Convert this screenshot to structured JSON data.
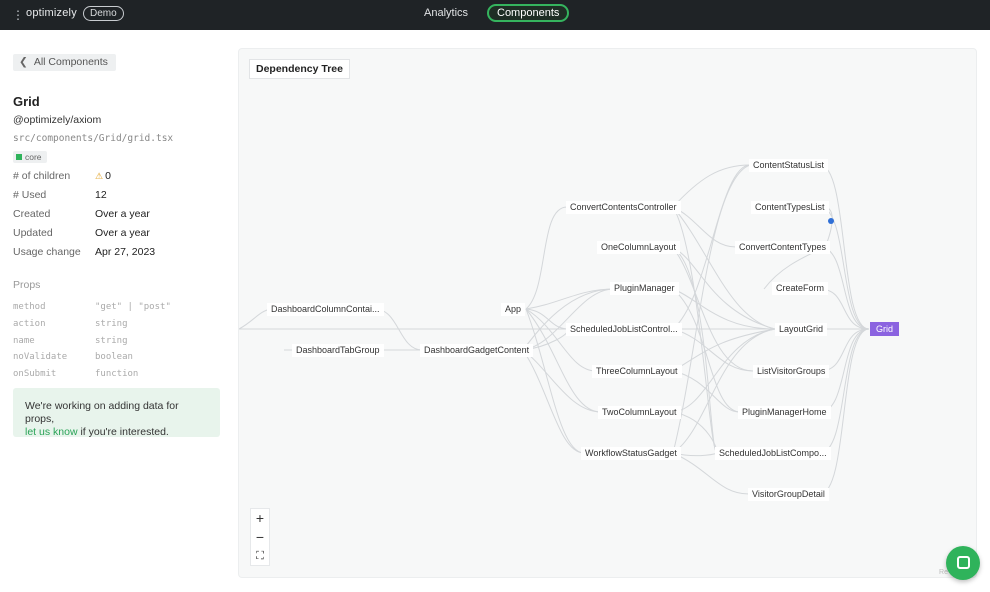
{
  "topbar": {
    "brand": "optimizely",
    "demo_badge": "Demo",
    "nav": {
      "analytics": "Analytics",
      "components": "Components"
    }
  },
  "sidebar": {
    "back_label": "All Components",
    "component_name": "Grid",
    "package": "@optimizely/axiom",
    "path": "src/components/Grid/grid.tsx",
    "tag": "core",
    "meta": [
      {
        "key": "# of children",
        "value": "0"
      },
      {
        "key": "# Used",
        "value": "12"
      },
      {
        "key": "Created",
        "value": "Over a year"
      },
      {
        "key": "Updated",
        "value": "Over a year"
      },
      {
        "key": "Usage change",
        "value": "Apr 27, 2023"
      }
    ],
    "props_title": "Props",
    "props": [
      {
        "name": "method",
        "type": "\"get\" | \"post\""
      },
      {
        "name": "action",
        "type": "string"
      },
      {
        "name": "name",
        "type": "string"
      },
      {
        "name": "noValidate",
        "type": "boolean"
      },
      {
        "name": "onSubmit",
        "type": "function"
      }
    ],
    "notice": {
      "text_before": "We're working on adding data for props,",
      "link": "let us know",
      "text_after": " if you're interested."
    }
  },
  "graph": {
    "title": "Dependency Tree",
    "nodes": {
      "dashboard_column": "DashboardColumnContai...",
      "dashboard_tab_group": "DashboardTabGroup",
      "app": "App",
      "dashboard_gadget_content": "DashboardGadgetContent",
      "convert_contents_controller": "ConvertContentsController",
      "one_column_layout": "OneColumnLayout",
      "plugin_manager": "PluginManager",
      "scheduled_job_list_control": "ScheduledJobListControl...",
      "three_column_layout": "ThreeColumnLayout",
      "two_column_layout": "TwoColumnLayout",
      "workflow_status_gadget": "WorkflowStatusGadget",
      "content_status_list": "ContentStatusList",
      "content_types_list": "ContentTypesList",
      "convert_content_types": "ConvertContentTypes",
      "create_form": "CreateForm",
      "layout_grid": "LayoutGrid",
      "list_visitor_groups": "ListVisitorGroups",
      "plugin_manager_home": "PluginManagerHome",
      "scheduled_job_list_compo": "ScheduledJobListCompo...",
      "visitor_group_detail": "VisitorGroupDetail",
      "grid": "Grid"
    },
    "watermark": "Re",
    "icons": {
      "zoom_in": "plus-icon",
      "zoom_out": "minus-icon",
      "fit": "fit-view-icon"
    }
  },
  "colors": {
    "topbar_bg": "#1f2326",
    "accent_green": "#2fb35b",
    "target_node": "#8b63e0",
    "edge": "#d4d7da"
  }
}
